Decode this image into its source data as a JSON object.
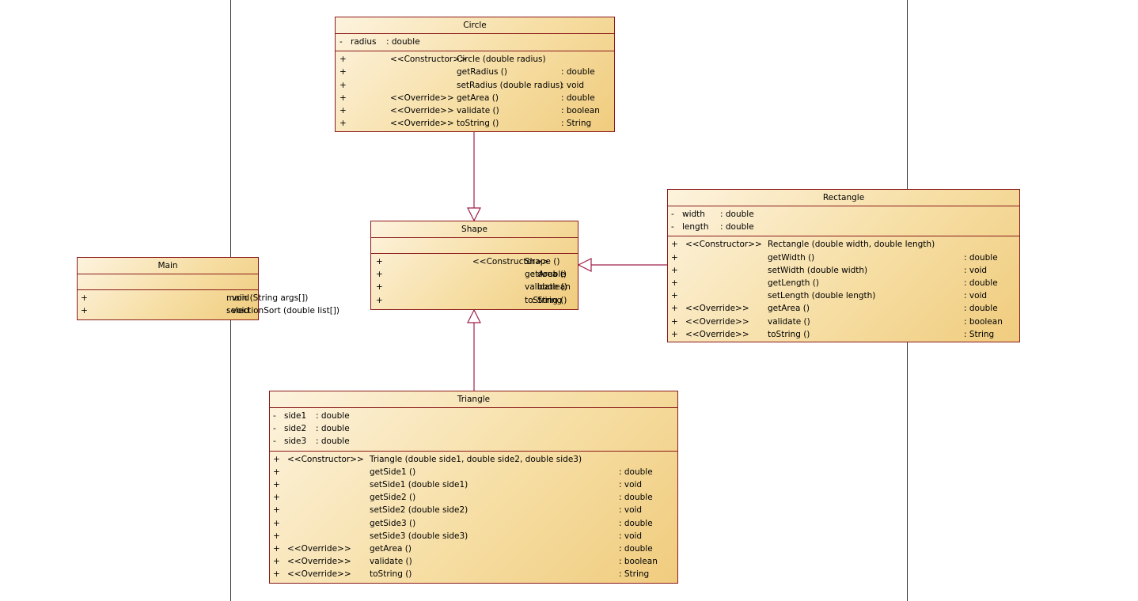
{
  "colors": {
    "border": "#8b1a1a",
    "connector": "#a0204a",
    "fill_light": "#fdf3de",
    "fill_dark": "#f0cc7e"
  },
  "classes": {
    "circle": {
      "name": "Circle",
      "attributes": [
        {
          "vis": "-",
          "name": "radius",
          "type": ": double"
        }
      ],
      "operations": [
        {
          "vis": "+",
          "stereo": "<<Constructor>>",
          "sig": "Circle (double radius)",
          "ret": ""
        },
        {
          "vis": "+",
          "stereo": "",
          "sig": "getRadius ()",
          "ret": ": double"
        },
        {
          "vis": "+",
          "stereo": "",
          "sig": "setRadius (double radius)",
          "ret": ": void"
        },
        {
          "vis": "+",
          "stereo": "<<Override>>",
          "sig": "getArea ()",
          "ret": ": double"
        },
        {
          "vis": "+",
          "stereo": "<<Override>>",
          "sig": "validate ()",
          "ret": ": boolean"
        },
        {
          "vis": "+",
          "stereo": "<<Override>>",
          "sig": "toString ()",
          "ret": ": String"
        }
      ]
    },
    "shape": {
      "name": "Shape",
      "attributes": [],
      "operations": [
        {
          "vis": "+",
          "stereo": "<<Constructor>>",
          "sig": "Shape ()",
          "ret": ""
        },
        {
          "vis": "+",
          "stereo": "",
          "sig": "getArea ()",
          "ret": ": double"
        },
        {
          "vis": "+",
          "stereo": "",
          "sig": "validate ()",
          "ret": ": boolean"
        },
        {
          "vis": "+",
          "stereo": "",
          "sig": "toString ()",
          "ret": ": String"
        }
      ]
    },
    "main": {
      "name": "Main",
      "attributes": [],
      "operations": [
        {
          "vis": "+",
          "stereo": "",
          "sig": "main (String args[])",
          "ret": ": void"
        },
        {
          "vis": "+",
          "stereo": "",
          "sig": "selectionSort (double list[])",
          "ret": ": void"
        }
      ]
    },
    "rectangle": {
      "name": "Rectangle",
      "attributes": [
        {
          "vis": "-",
          "name": "width",
          "type": ": double"
        },
        {
          "vis": "-",
          "name": "length",
          "type": ": double"
        }
      ],
      "operations": [
        {
          "vis": "+",
          "stereo": "<<Constructor>>",
          "sig": "Rectangle (double width, double length)",
          "ret": ""
        },
        {
          "vis": "+",
          "stereo": "",
          "sig": "getWidth ()",
          "ret": ": double"
        },
        {
          "vis": "+",
          "stereo": "",
          "sig": "setWidth (double width)",
          "ret": ": void"
        },
        {
          "vis": "+",
          "stereo": "",
          "sig": "getLength ()",
          "ret": ": double"
        },
        {
          "vis": "+",
          "stereo": "",
          "sig": "setLength (double length)",
          "ret": ": void"
        },
        {
          "vis": "+",
          "stereo": "<<Override>>",
          "sig": "getArea ()",
          "ret": ": double"
        },
        {
          "vis": "+",
          "stereo": "<<Override>>",
          "sig": "validate ()",
          "ret": ": boolean"
        },
        {
          "vis": "+",
          "stereo": "<<Override>>",
          "sig": "toString ()",
          "ret": ": String"
        }
      ]
    },
    "triangle": {
      "name": "Triangle",
      "attributes": [
        {
          "vis": "-",
          "name": "side1",
          "type": ": double"
        },
        {
          "vis": "-",
          "name": "side2",
          "type": ": double"
        },
        {
          "vis": "-",
          "name": "side3",
          "type": ": double"
        }
      ],
      "operations": [
        {
          "vis": "+",
          "stereo": "<<Constructor>>",
          "sig": "Triangle (double side1, double side2, double side3)",
          "ret": ""
        },
        {
          "vis": "+",
          "stereo": "",
          "sig": "getSide1 ()",
          "ret": ": double"
        },
        {
          "vis": "+",
          "stereo": "",
          "sig": "setSide1 (double side1)",
          "ret": ": void"
        },
        {
          "vis": "+",
          "stereo": "",
          "sig": "getSide2 ()",
          "ret": ": double"
        },
        {
          "vis": "+",
          "stereo": "",
          "sig": "setSide2 (double side2)",
          "ret": ": void"
        },
        {
          "vis": "+",
          "stereo": "",
          "sig": "getSide3 ()",
          "ret": ": double"
        },
        {
          "vis": "+",
          "stereo": "",
          "sig": "setSide3 (double side3)",
          "ret": ": void"
        },
        {
          "vis": "+",
          "stereo": "<<Override>>",
          "sig": "getArea ()",
          "ret": ": double"
        },
        {
          "vis": "+",
          "stereo": "<<Override>>",
          "sig": "validate ()",
          "ret": ": boolean"
        },
        {
          "vis": "+",
          "stereo": "<<Override>>",
          "sig": "toString ()",
          "ret": ": String"
        }
      ]
    }
  },
  "relations": [
    {
      "from": "Circle",
      "to": "Shape",
      "kind": "generalization"
    },
    {
      "from": "Triangle",
      "to": "Shape",
      "kind": "generalization"
    },
    {
      "from": "Rectangle",
      "to": "Shape",
      "kind": "generalization"
    }
  ]
}
